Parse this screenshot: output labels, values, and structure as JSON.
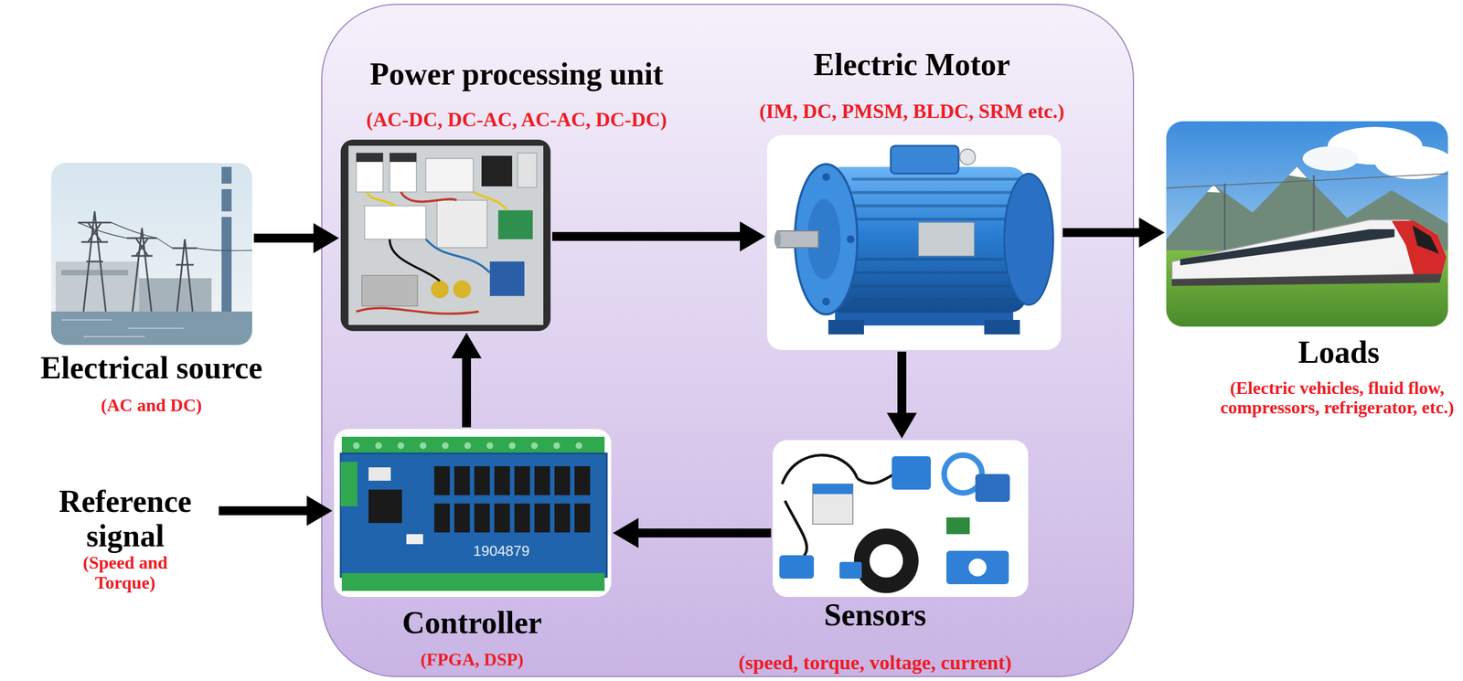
{
  "diagram": {
    "nodes": [
      {
        "text": [
          "Electrical source",
          "(AC and DC)"
        ]
      },
      {
        "text": [
          "Power processing unit",
          "(AC-DC, DC-AC, AC-AC, DC-DC)"
        ]
      },
      {
        "text": [
          "Electric Motor",
          "(IM, DC, PMSM, BLDC, SRM etc.)"
        ]
      },
      {
        "text": [
          "Loads",
          "(Electric vehicles, fluid flow, compressors, refrigerator, etc.)"
        ]
      },
      {
        "text": [
          "Reference signal",
          "(Speed and Torque)"
        ]
      },
      {
        "text": [
          "Controller",
          "(FPGA, DSP)"
        ]
      },
      {
        "text": [
          "Sensors",
          "(speed, torque, voltage, current)"
        ]
      }
    ],
    "edges": [
      {
        "from": 0,
        "to": 1,
        "arrow": "to"
      },
      {
        "from": 1,
        "to": 2,
        "arrow": "to"
      },
      {
        "from": 2,
        "to": 3,
        "arrow": "to"
      },
      {
        "from": 2,
        "to": 6,
        "arrow": "to"
      },
      {
        "from": 6,
        "to": 5,
        "arrow": "to"
      },
      {
        "from": 5,
        "to": 1,
        "arrow": "to"
      },
      {
        "from": 4,
        "to": 5,
        "arrow": "to"
      }
    ],
    "labels": [
      "1904879"
    ]
  }
}
